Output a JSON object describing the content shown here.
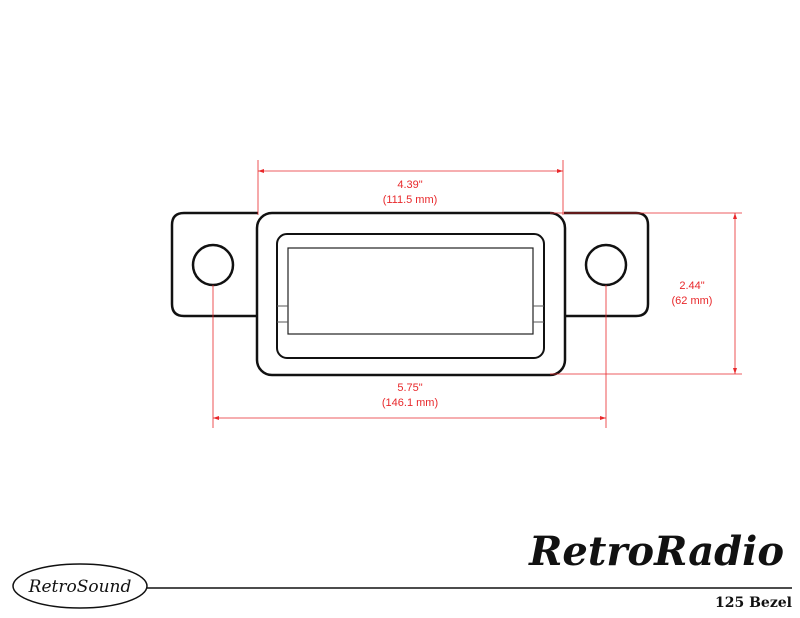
{
  "drawing": {
    "width_inner": {
      "inches": "4.39\"",
      "mm": "(111.5 mm)"
    },
    "height": {
      "inches": "2.44\"",
      "mm": "(62 mm)"
    },
    "hole_spacing": {
      "inches": "5.75\"",
      "mm": "(146.1 mm)"
    },
    "dimension_color": "#e8282b"
  },
  "footer": {
    "brand_logo": "RetroSound",
    "product_logo": "RetroRadio",
    "part_title": "125 Bezel"
  }
}
